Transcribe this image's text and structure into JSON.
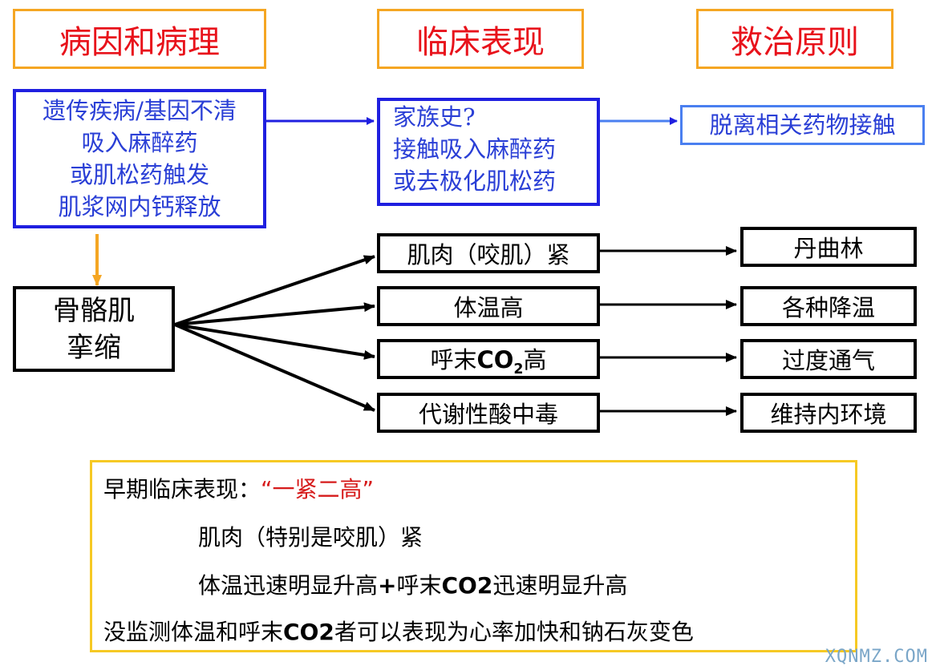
{
  "headers": {
    "col1": "病因和病理",
    "col2": "临床表现",
    "col3": "救治原则"
  },
  "cause": {
    "line1": "遗传疾病/基因不清",
    "line2": "吸入麻醉药",
    "line3": "或肌松药触发",
    "line4": "肌浆网内钙释放"
  },
  "history": {
    "line1": "家族史?",
    "line2": "接触吸入麻醉药",
    "line3": "或去极化肌松药"
  },
  "avoid": "脱离相关药物接触",
  "muscle": {
    "line1": "骨骼肌",
    "line2": "挛缩"
  },
  "symptoms": {
    "s1": "肌肉（咬肌）紧",
    "s2": "体温高",
    "s3_pre": "呼末",
    "s3_co": "CO",
    "s3_sub": "2",
    "s3_post": "高",
    "s4": "代谢性酸中毒"
  },
  "treatments": {
    "t1": "丹曲林",
    "t2": "各种降温",
    "t3": "过度通气",
    "t4": "维持内环境"
  },
  "note": {
    "l1_pre": "早期临床表现：",
    "l1_quote": "“一紧二高”",
    "l2": "肌肉（特别是咬肌）紧",
    "l3_a": "体温迅速明显升高",
    "l3_plus": "+",
    "l3_b": "呼末",
    "l3_co2": "CO2",
    "l3_c": "迅速明显升高",
    "l4_a": "没监测体温和呼末",
    "l4_co2": "CO2",
    "l4_b": "者可以表现为心率加快和钠石灰变色"
  },
  "watermark": "XQNMZ.COM",
  "colors": {
    "header_border": "#f5a623",
    "header_text": "#e8121b",
    "blue_border": "#1f1fe0",
    "blue_text": "#2a3fd6",
    "note_border": "#f6c924",
    "quote_text": "#d61b1b"
  }
}
